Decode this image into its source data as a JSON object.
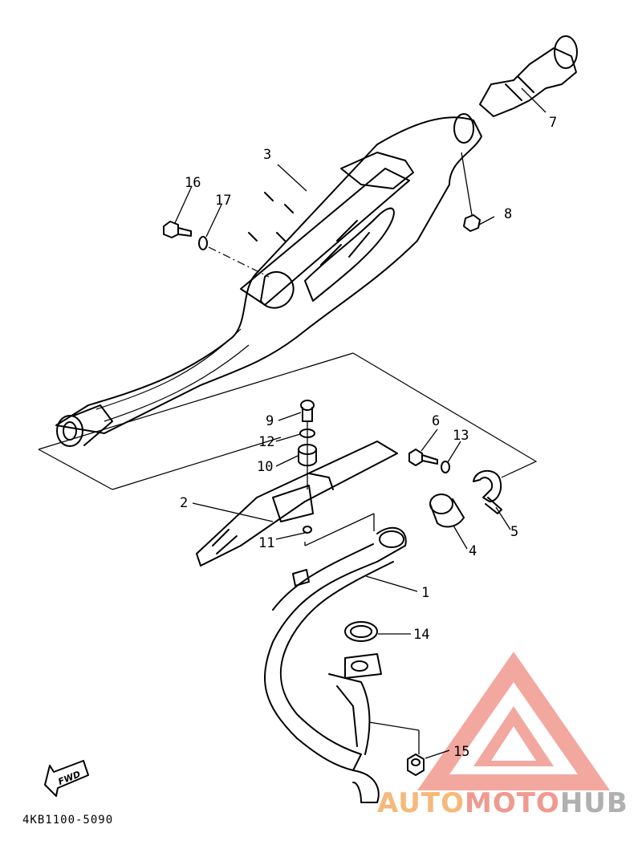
{
  "diagram_code": "4KB1100-5090",
  "fwd_label": "FWD",
  "watermark": {
    "part1": "AUTO",
    "part2": "MOTO",
    "part3": "HUB",
    "color_orange": "#f5b97a",
    "color_red": "#f09a8f",
    "color_gray": "#b0b0b0"
  },
  "callouts": [
    "1",
    "2",
    "3",
    "4",
    "5",
    "6",
    "7",
    "8",
    "9",
    "10",
    "11",
    "12",
    "13",
    "14",
    "15",
    "16",
    "17"
  ]
}
